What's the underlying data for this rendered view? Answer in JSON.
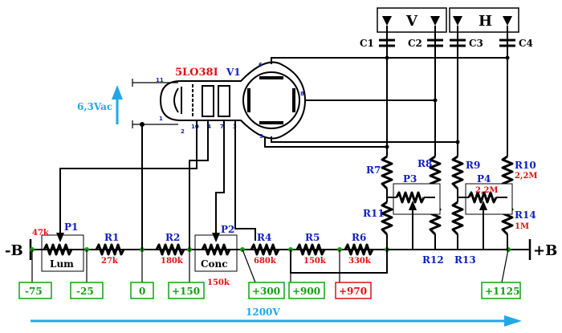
{
  "tube": {
    "type": "5LO38I",
    "ref": "V1",
    "pins": {
      "p1": "1",
      "p2": "2",
      "p3": "3",
      "p4": "4",
      "p6": "6",
      "p7": "7",
      "p8": "8",
      "p9": "9",
      "p10": "10",
      "p11": "11"
    }
  },
  "heater": {
    "label": "6,3Vac",
    "color": "#20a8e8"
  },
  "deflection": {
    "vertical": "V",
    "horizontal": "H"
  },
  "capacitors": [
    "C1",
    "C2",
    "C3",
    "C4"
  ],
  "rails": {
    "negative": "-B",
    "positive": "+B"
  },
  "resistors": {
    "r1": {
      "ref": "R1",
      "value": "27k"
    },
    "r2": {
      "ref": "R2",
      "value": "180k"
    },
    "r4": {
      "ref": "R4",
      "value": "680k"
    },
    "r5": {
      "ref": "R5",
      "value": "150k"
    },
    "r6": {
      "ref": "R6",
      "value": "330k"
    },
    "r7": {
      "ref": "R7"
    },
    "r8": {
      "ref": "R8"
    },
    "r9": {
      "ref": "R9"
    },
    "r10": {
      "ref": "R10",
      "value": "2,2M"
    },
    "r11": {
      "ref": "R11"
    },
    "r12": {
      "ref": "R12"
    },
    "r13": {
      "ref": "R13"
    },
    "r14": {
      "ref": "R14",
      "value": "1M"
    }
  },
  "pots": {
    "p1": {
      "ref": "P1",
      "value": "47k",
      "name": "Lum"
    },
    "p2": {
      "ref": "P2",
      "value": "150k",
      "name": "Conc"
    },
    "p3": {
      "ref": "P3"
    },
    "p4": {
      "ref": "P4",
      "value": "2,2M"
    }
  },
  "voltages": {
    "v1": "-75",
    "v2": "-25",
    "v3": "0",
    "v4": "+150",
    "v5": "+300",
    "v6": "+900",
    "v7": "+970",
    "v8": "+1125"
  },
  "total": {
    "label": "1200V",
    "color": "#20a8e8"
  },
  "colors": {
    "ref_blue": "#1020c0",
    "value_red": "#e01010",
    "volt_green": "#10a010",
    "arrow_cyan": "#20a8e8"
  }
}
